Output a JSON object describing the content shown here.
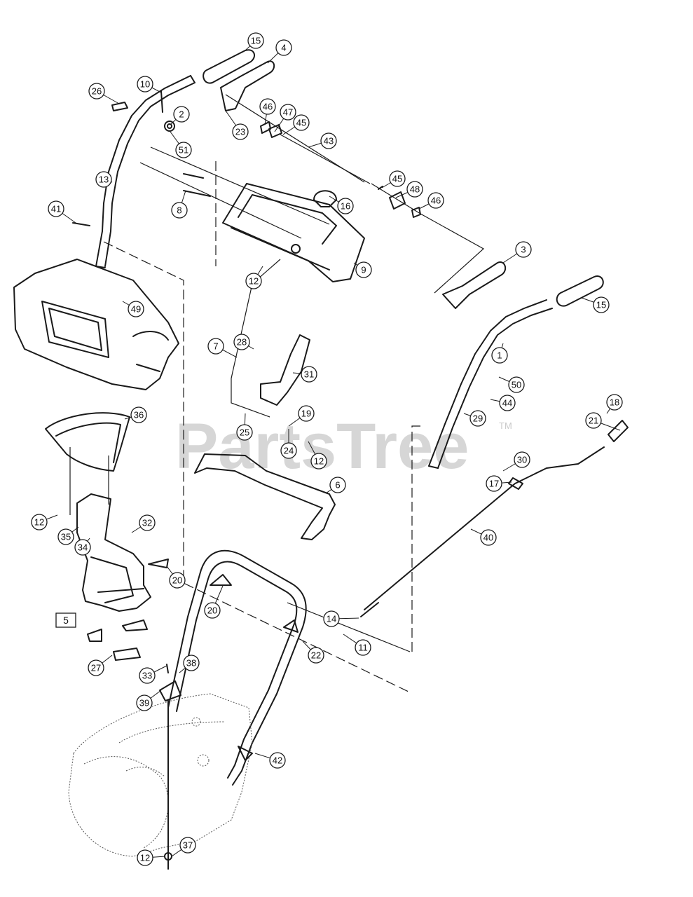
{
  "watermark": {
    "text": "PartsTree",
    "mark": "TM"
  },
  "section_ref": "5",
  "callouts": [
    {
      "label": "15"
    },
    {
      "label": "4"
    },
    {
      "label": "26"
    },
    {
      "label": "10"
    },
    {
      "label": "2"
    },
    {
      "label": "51"
    },
    {
      "label": "23"
    },
    {
      "label": "46"
    },
    {
      "label": "47"
    },
    {
      "label": "45"
    },
    {
      "label": "43"
    },
    {
      "label": "13"
    },
    {
      "label": "8"
    },
    {
      "label": "16"
    },
    {
      "label": "45"
    },
    {
      "label": "48"
    },
    {
      "label": "46"
    },
    {
      "label": "41"
    },
    {
      "label": "9"
    },
    {
      "label": "12"
    },
    {
      "label": "3"
    },
    {
      "label": "49"
    },
    {
      "label": "15"
    },
    {
      "label": "1"
    },
    {
      "label": "7"
    },
    {
      "label": "28"
    },
    {
      "label": "31"
    },
    {
      "label": "50"
    },
    {
      "label": "44"
    },
    {
      "label": "19"
    },
    {
      "label": "25"
    },
    {
      "label": "29"
    },
    {
      "label": "18"
    },
    {
      "label": "21"
    },
    {
      "label": "36"
    },
    {
      "label": "24"
    },
    {
      "label": "12"
    },
    {
      "label": "30"
    },
    {
      "label": "17"
    },
    {
      "label": "6"
    },
    {
      "label": "12"
    },
    {
      "label": "32"
    },
    {
      "label": "35"
    },
    {
      "label": "34"
    },
    {
      "label": "40"
    },
    {
      "label": "20"
    },
    {
      "label": "20"
    },
    {
      "label": "14"
    },
    {
      "label": "11"
    },
    {
      "label": "22"
    },
    {
      "label": "27"
    },
    {
      "label": "33"
    },
    {
      "label": "38"
    },
    {
      "label": "39"
    },
    {
      "label": "42"
    },
    {
      "label": "37"
    },
    {
      "label": "12"
    }
  ]
}
